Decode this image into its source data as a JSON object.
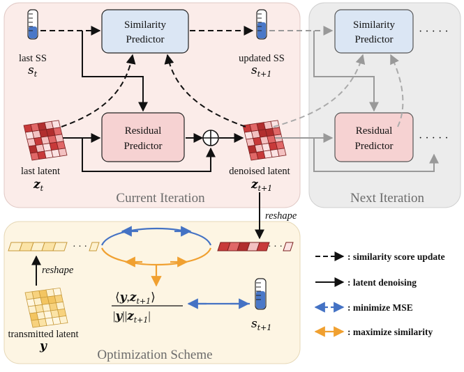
{
  "colors": {
    "current_bg": "#fbece9",
    "next_bg": "#ececec",
    "opt_bg": "#fdf5e3",
    "similarity_fill": "#dbe6f4",
    "residual_fill": "#f6d2d2",
    "blue": "#4472c4",
    "orange": "#f0a030",
    "red": "#c0392b"
  },
  "regions": {
    "current": "Current Iteration",
    "next": "Next Iteration",
    "optimization": "Optimization Scheme"
  },
  "blocks": {
    "similarity_1": "Similarity",
    "predictor_1": "Predictor",
    "residual_1": "Residual",
    "residual_pred_1": "Predictor",
    "similarity_2": "Similarity",
    "predictor_2": "Predictor",
    "residual_2": "Residual",
    "residual_pred_2": "Predictor"
  },
  "labels": {
    "last_ss": "last SS",
    "last_ss_sym": "s",
    "last_ss_sub": "t",
    "updated_ss": "updated SS",
    "updated_ss_sym": "s",
    "updated_ss_sub": "t+1",
    "last_latent": "last latent",
    "last_latent_sym": "z",
    "last_latent_sub": "t",
    "denoised_latent": "denoised latent",
    "denoised_sym": "z",
    "denoised_sub": "t+1",
    "reshape_top": "reshape",
    "reshape_left": "reshape",
    "transmitted_latent": "transmitted latent",
    "transmitted_sym": "y",
    "dots": "· · · · ·",
    "dots_short": "· · ·",
    "formula_num_y": "y",
    "formula_num_z": "z",
    "formula_num_sub": "t+1",
    "opt_ss_sym": "s",
    "opt_ss_sub": "t+1"
  },
  "legend": [
    {
      "key": "dashed",
      "text": ": similarity score update"
    },
    {
      "key": "solid",
      "text": ": latent denoising"
    },
    {
      "key": "blue",
      "text": ": minimize MSE"
    },
    {
      "key": "orange",
      "text": ": maximize similarity"
    }
  ]
}
